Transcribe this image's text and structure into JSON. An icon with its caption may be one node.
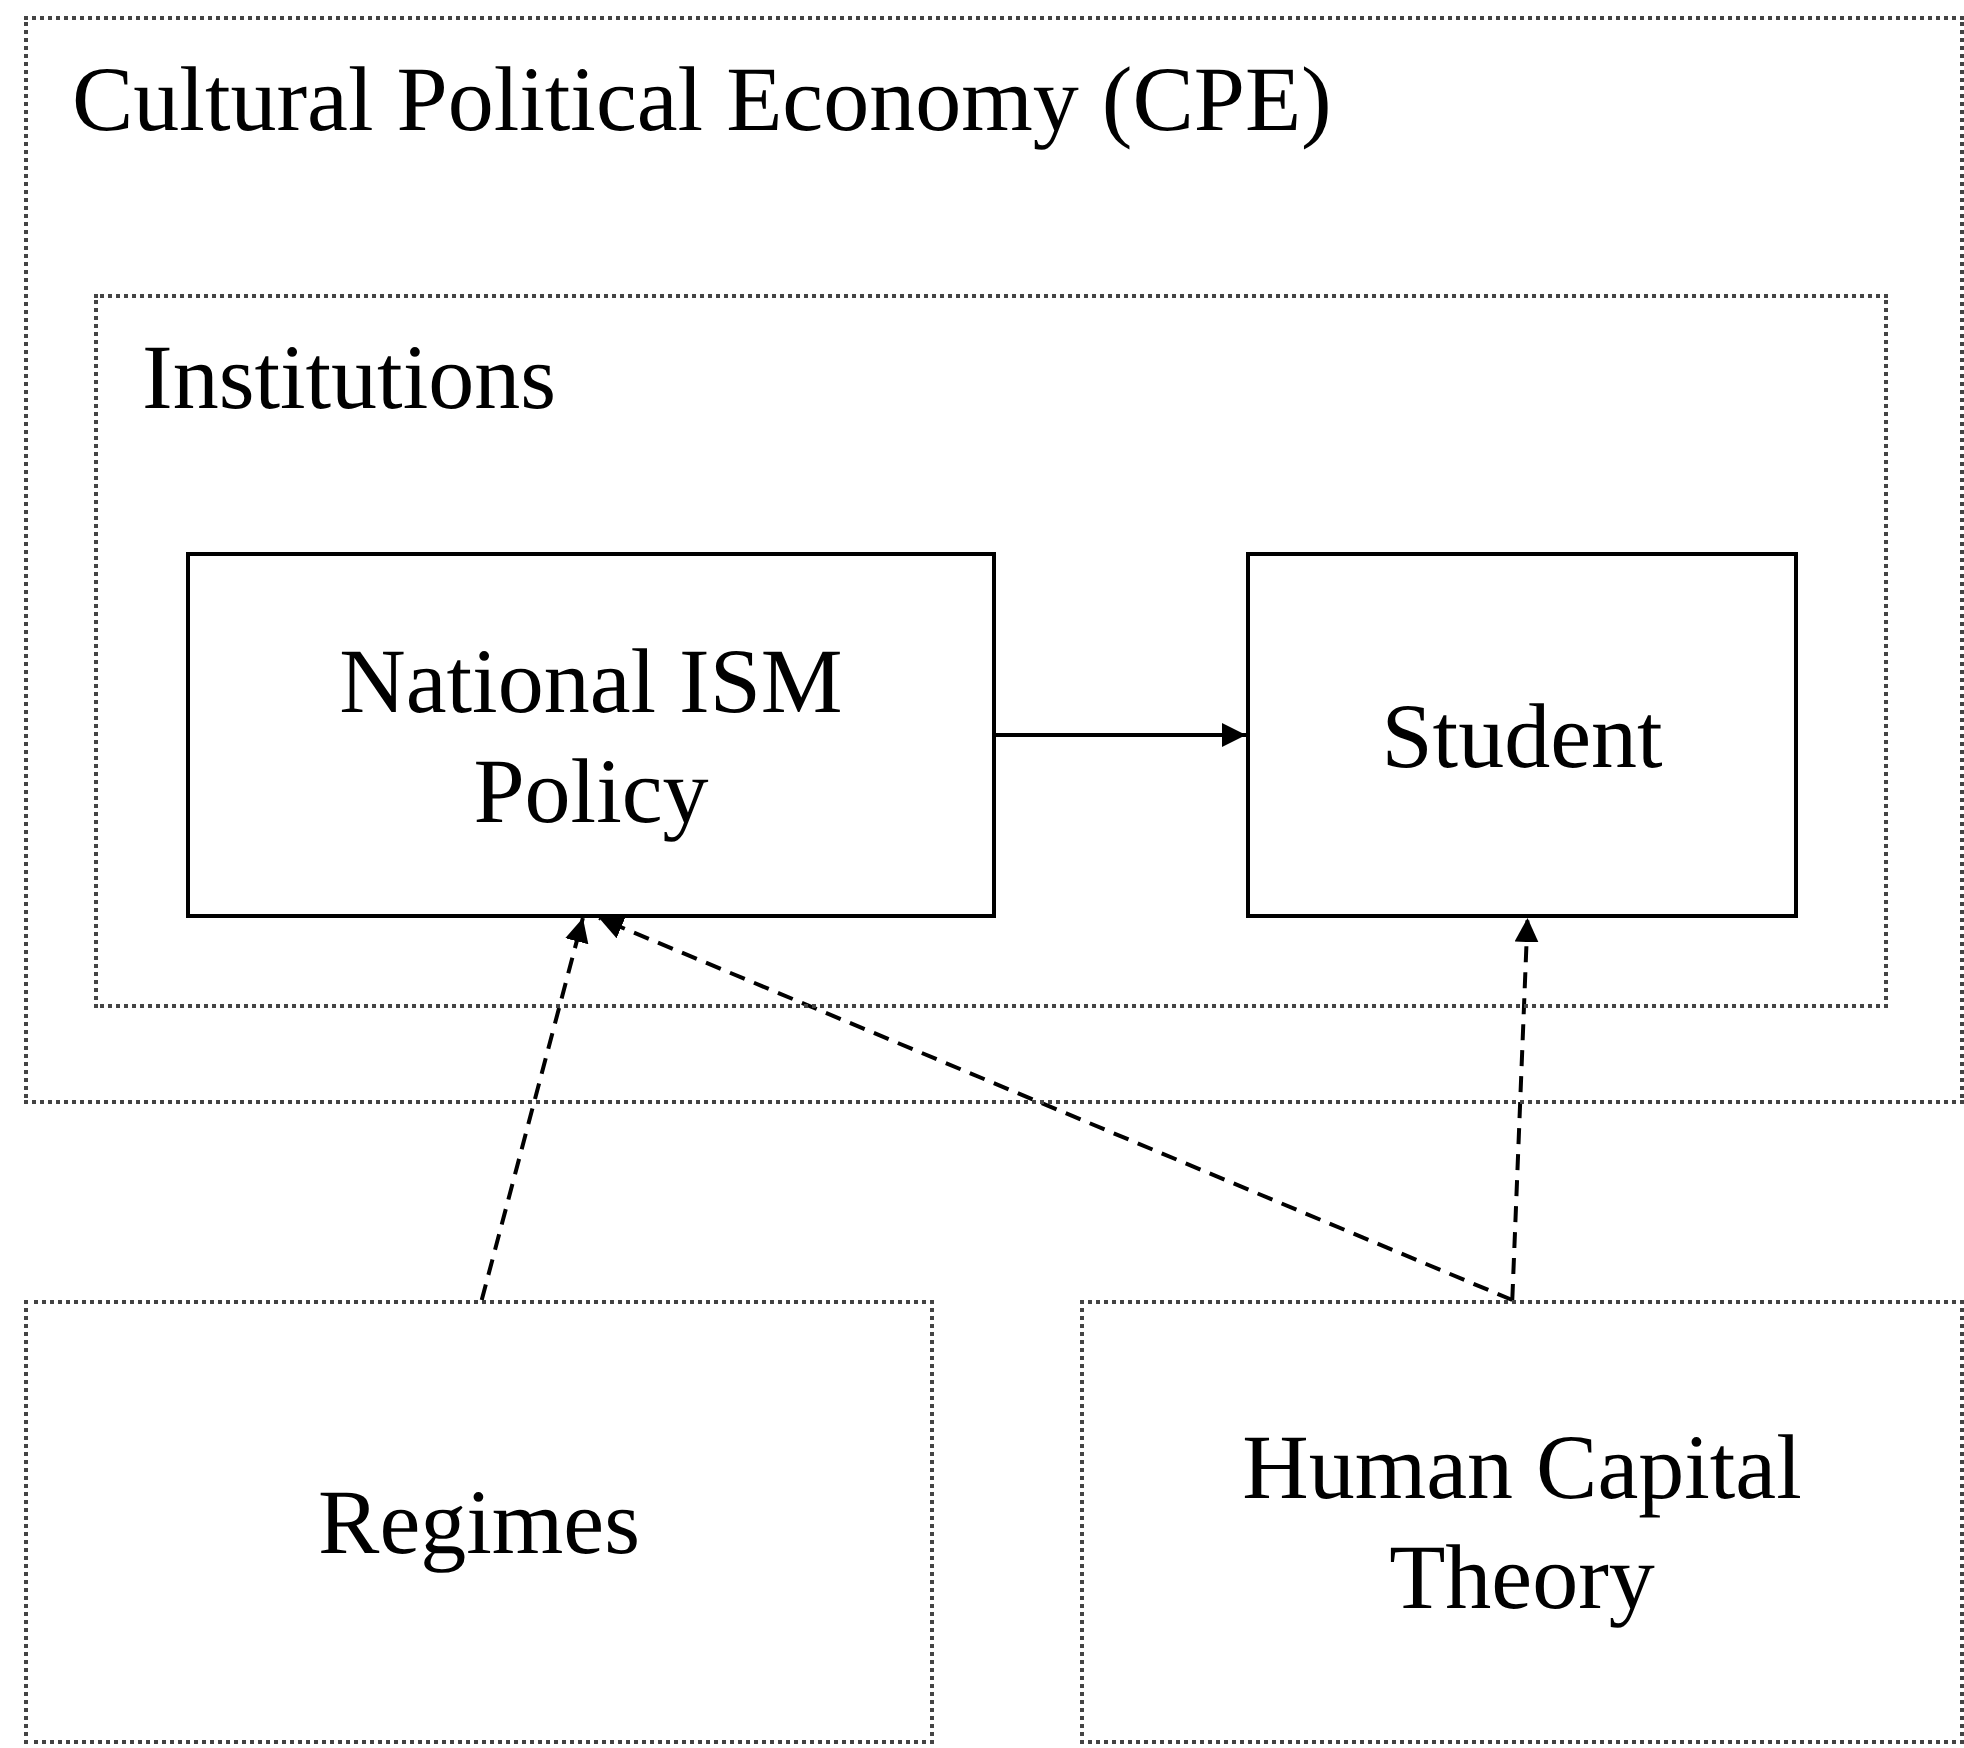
{
  "diagram": {
    "nodes": [
      {
        "text": [
          "Cultural Political Economy (CPE)"
        ]
      },
      {
        "text": [
          "Institutions"
        ],
        "in": 0
      },
      {
        "text": [
          "National ISM Policy"
        ],
        "in": 1
      },
      {
        "text": [
          "Student"
        ],
        "in": 1
      },
      {
        "text": [
          "Regimes"
        ]
      },
      {
        "text": [
          "Human Capital Theory"
        ]
      }
    ],
    "edges": [
      {
        "from": 2,
        "to": 3,
        "arrow": "to"
      },
      {
        "from": 4,
        "to": 2,
        "arrow": "to",
        "style": "dashed"
      },
      {
        "from": 5,
        "to": 2,
        "arrow": "to",
        "style": "dashed"
      },
      {
        "from": 5,
        "to": 3,
        "arrow": "to",
        "style": "dashed"
      }
    ]
  }
}
